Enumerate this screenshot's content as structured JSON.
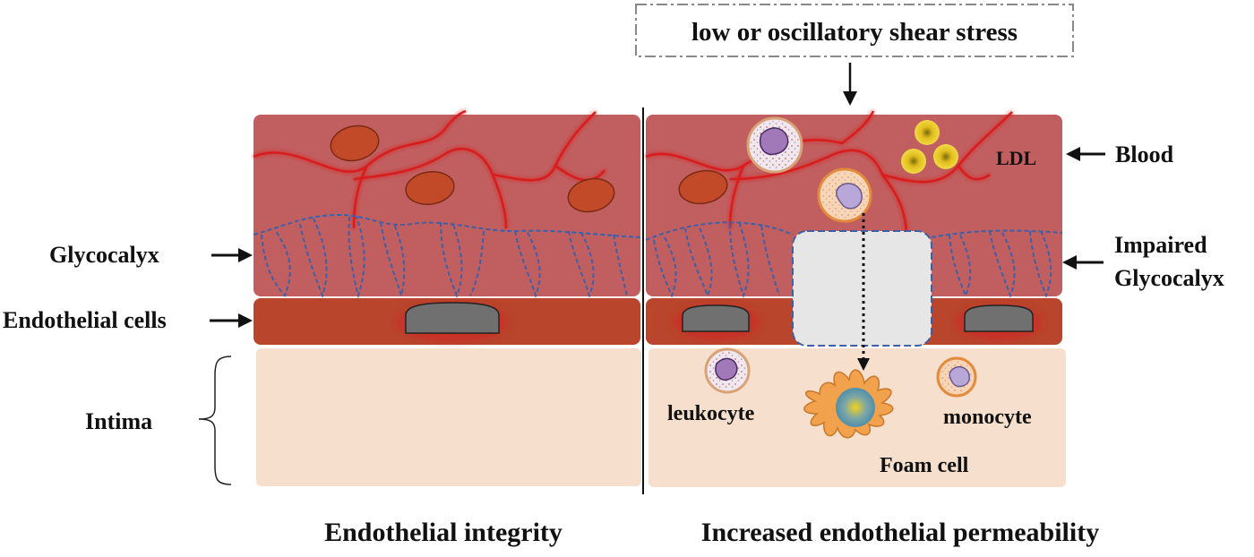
{
  "header": {
    "condition_label": "low or oscillatory shear stress"
  },
  "left_labels": {
    "glycocalyx": "Glycocalyx",
    "endothelial_cells": "Endothelial cells",
    "intima": "Intima"
  },
  "right_labels": {
    "blood": "Blood",
    "impaired_line1": "Impaired",
    "impaired_line2": "Glycocalyx",
    "ldl": "LDL"
  },
  "cell_labels": {
    "leukocyte": "leukocyte",
    "monocyte": "monocyte",
    "foam_cell": "Foam cell"
  },
  "captions": {
    "left": "Endothelial integrity",
    "right": "Increased endothelial permeability"
  },
  "colors": {
    "blood": "#c15f60",
    "vessel": "#d91e1e",
    "endothelium": "#b8452c",
    "intima": "#f6dfcc",
    "nucleus": "#707070",
    "glycocalyx": "#3f5fa6",
    "rbc": "#c34a28",
    "ldl": "#e8c21e",
    "gap": "#e6e6e6"
  }
}
